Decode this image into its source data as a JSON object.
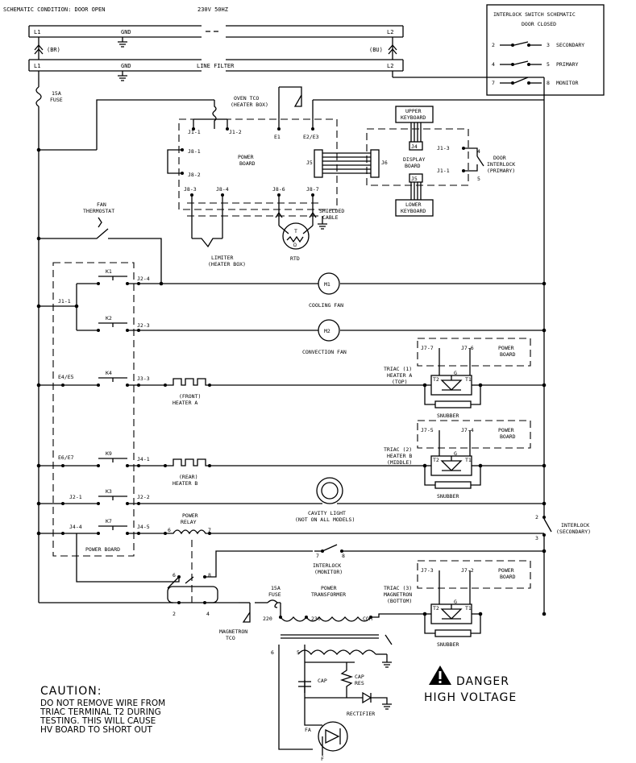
{
  "header": {
    "condition": "SCHEMATIC CONDITION: DOOR OPEN",
    "voltage": "230V 50HZ"
  },
  "lines": {
    "l1": "L1",
    "l2": "L2",
    "gnd": "GND",
    "br": "(BR)",
    "bu": "(BU)",
    "line_filter": "LINE FILTER"
  },
  "fuse15a": [
    "15A",
    "FUSE"
  ],
  "oven_tco": [
    "OVEN TCO",
    "(HEATER BOX)"
  ],
  "power_board": {
    "title": [
      "POWER",
      "BOARD"
    ],
    "j1_1": "J1-1",
    "j1_2": "J1-2",
    "e1": "E1",
    "e2e3": "E2/E3",
    "j8_1": "J8-1",
    "j8_2": "J8-2",
    "j8_3": "J8-3",
    "j8_4": "J8-4",
    "j8_6": "J8-6",
    "j8_7": "J8-7"
  },
  "display": {
    "j5": "J5",
    "j6": "J6",
    "title": [
      "DISPLAY",
      "BOARD"
    ],
    "upper_keyboard": [
      "UPPER",
      "KEYBOARD"
    ],
    "lower_keyboard": [
      "LOWER",
      "KEYBOARD"
    ],
    "j4": "J4",
    "j5b": "J5",
    "j1_3": "J1-3",
    "j1_1": "J1-1",
    "door_interlock": [
      "DOOR",
      "INTERLOCK",
      "(PRIMARY)"
    ],
    "pin4": "4",
    "pin5": "5"
  },
  "legend": {
    "title": "INTERLOCK SWITCH SCHEMATIC",
    "subtitle": "DOOR CLOSED",
    "rows": [
      {
        "a": "2",
        "b": "3",
        "label": "SECONDARY"
      },
      {
        "a": "4",
        "b": "5",
        "label": "PRIMARY"
      },
      {
        "a": "7",
        "b": "8",
        "label": "MONITOR"
      }
    ]
  },
  "fan_thermostat": [
    "FAN",
    "THERMOSTAT"
  ],
  "shielded_cable": [
    "SHIELDED",
    "CABLE"
  ],
  "limiter": [
    "LIMITER",
    "(HEATER BOX)"
  ],
  "rtd": "RTD",
  "rtd_t": "T",
  "rtd_ohm": "Ω",
  "relays": {
    "k1": "K1",
    "k2": "K2",
    "k4": "K4",
    "k9": "K9",
    "k3": "K3",
    "k7": "K7",
    "j1_1": "J1-1",
    "j2_4": "J2-4",
    "j2_3": "J2-3",
    "e4e5": "E4/E5",
    "j3_3": "J3-3",
    "e6e7": "E6/E7",
    "j4_1": "J4-1",
    "j2_1": "J2-1",
    "j2_2": "J2-2",
    "j4_4": "J4-4",
    "j4_5": "J4-5",
    "power_board": "POWER BOARD"
  },
  "motors": {
    "m1": "M1",
    "m2": "M2",
    "cooling_fan": "COOLING FAN",
    "convection_fan": "CONVECTION FAN"
  },
  "heaters": {
    "front": [
      "(FRONT)",
      "HEATER A"
    ],
    "rear": [
      "(REAR)",
      "HEATER B"
    ]
  },
  "triacs": [
    {
      "j_a": "J7-7",
      "j_b": "J7-6",
      "board": [
        "POWER",
        "BOARD"
      ],
      "name": [
        "TRIAC (1)",
        "HEATER A",
        "(TOP)"
      ],
      "snubber": "SNUBBER",
      "t1": "T1",
      "t2": "T2",
      "g": "G"
    },
    {
      "j_a": "J7-5",
      "j_b": "J7-4",
      "board": [
        "POWER",
        "BOARD"
      ],
      "name": [
        "TRIAC (2)",
        "HEATER B",
        "(MIDDLE)"
      ],
      "snubber": "SNUBBER",
      "t1": "T1",
      "t2": "T2",
      "g": "G"
    },
    {
      "j_a": "J7-3",
      "j_b": "J7-2",
      "board": [
        "POWER",
        "BOARD"
      ],
      "name": [
        "TRIAC (3)",
        "MAGNETRON",
        "(BOTTOM)"
      ],
      "snubber": "SNUBBER",
      "t1": "T1",
      "t2": "T2",
      "g": "G"
    }
  ],
  "cavity_light": [
    "CAVITY LIGHT",
    "(NOT ON ALL MODELS)"
  ],
  "power_relay": [
    "POWER",
    "RELAY"
  ],
  "relay_pins": {
    "p6": "6",
    "p7": "7",
    "p2": "2",
    "p4": "4",
    "p6b": "6",
    "p8b": "8"
  },
  "interlock_monitor": [
    "INTERLOCK",
    "(MONITOR)"
  ],
  "monitor_pins": {
    "p7": "7",
    "p8": "8"
  },
  "interlock_secondary": [
    "INTERLOCK",
    "(SECONDARY)"
  ],
  "secondary_pins": {
    "p2": "2",
    "p3": "3"
  },
  "transformer": {
    "fuse": [
      "15A",
      "FUSE"
    ],
    "title": [
      "POWER",
      "TRANSFORMER"
    ],
    "v220": "220",
    "v230": "230",
    "com": "COM",
    "magnetron_tco": [
      "MAGNETRON",
      "TCO"
    ],
    "p6": "6",
    "p5": "5"
  },
  "hv": {
    "cap": "CAP",
    "cap_res": [
      "CAP",
      "RES"
    ],
    "rectifier": "RECTIFIER",
    "fa": "FA",
    "f": "F"
  },
  "caution": {
    "title": "CAUTION:",
    "lines": [
      "DO NOT REMOVE WIRE FROM",
      "TRIAC TERMINAL T2 DURING",
      "TESTING. THIS WILL CAUSE",
      "HV BOARD TO SHORT OUT"
    ]
  },
  "danger": {
    "line1": "DANGER",
    "line2": "HIGH VOLTAGE"
  }
}
